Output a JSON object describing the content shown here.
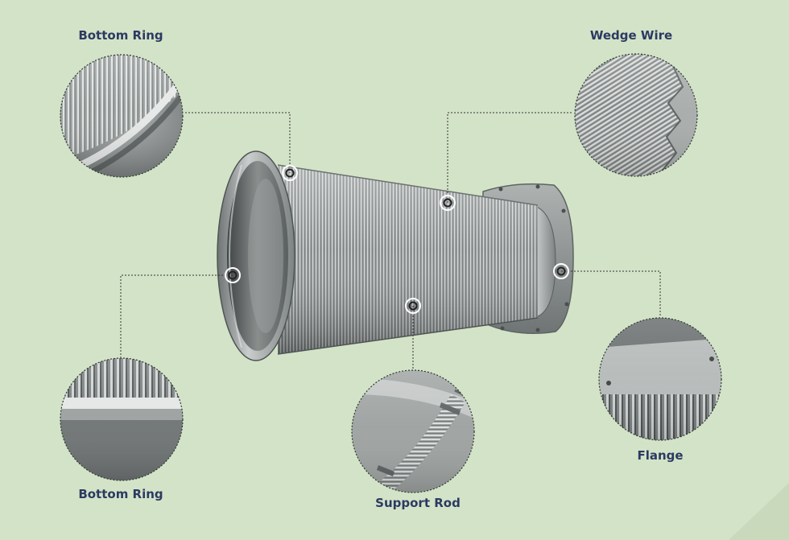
{
  "labels": {
    "bottom_ring_top": "Bottom Ring",
    "bottom_ring_bottom": "Bottom Ring",
    "wedge_wire": "Wedge Wire",
    "support_rod": "Support Rod",
    "flange": "Flange"
  },
  "colors": {
    "background": "#d3e3c7",
    "label_text": "#2c3a62",
    "steel_light": "#b7bcbb",
    "steel_mid": "#8a8f8e",
    "steel_dark": "#4d5252"
  }
}
